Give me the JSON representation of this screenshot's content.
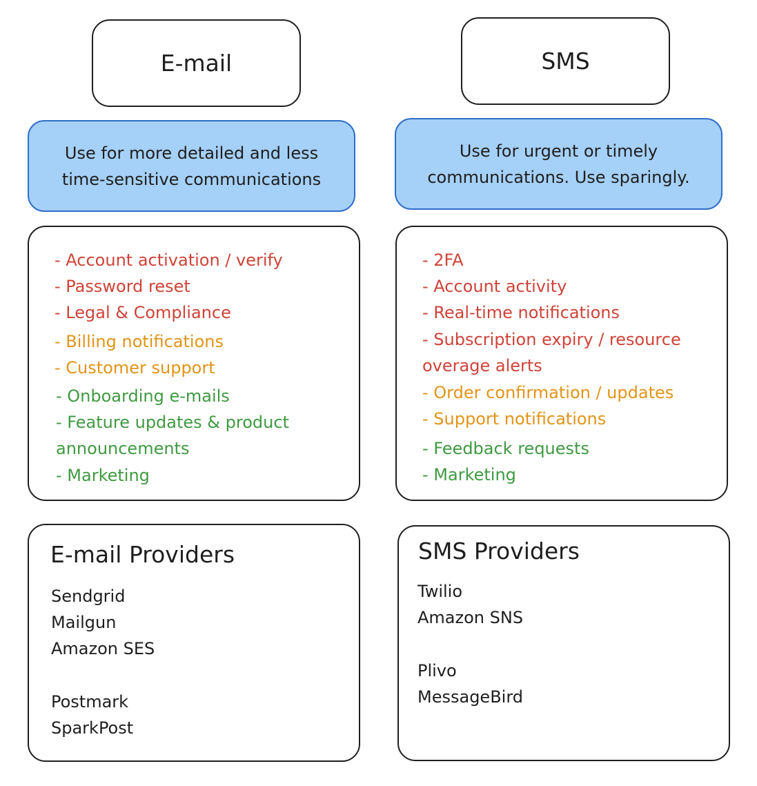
{
  "email": {
    "title": "E-mail",
    "description_line1": "Use for more detailed and less",
    "description_line2": "time-sensitive communications",
    "use_cases": [
      {
        "text": "- Account activation / verify",
        "color": "#cf4338"
      },
      {
        "text": "- Password reset",
        "color": "#cf4338"
      },
      {
        "text": "- Legal & Compliance",
        "color": "#cf4338"
      },
      {
        "text": "- Billing notifications",
        "color": "#e19418"
      },
      {
        "text": "- Customer support",
        "color": "#e19418"
      },
      {
        "text": "- Onboarding e-mails",
        "color": "#3f9a41"
      },
      {
        "text": "- Feature updates & product",
        "color": "#3f9a41"
      },
      {
        "text": "announcements",
        "color": "#3f9a41"
      },
      {
        "text": "- Marketing",
        "color": "#3f9a41"
      }
    ],
    "providers_title": "E-mail Providers",
    "providers": [
      "Sendgrid",
      "Mailgun",
      "Amazon SES",
      "Postmark",
      "SparkPost"
    ]
  },
  "sms": {
    "title": "SMS",
    "description_line1": "Use for urgent or timely",
    "description_line2": "communications. Use sparingly.",
    "use_cases": [
      {
        "text": "- 2FA",
        "color": "#cf4338"
      },
      {
        "text": "- Account activity",
        "color": "#cf4338"
      },
      {
        "text": "- Real-time notifications",
        "color": "#cf4338"
      },
      {
        "text": "- Subscription expiry / resource",
        "color": "#cf4338"
      },
      {
        "text": "overage alerts",
        "color": "#cf4338"
      },
      {
        "text": "- Order confirmation / updates",
        "color": "#e19418"
      },
      {
        "text": "- Support notifications",
        "color": "#e19418"
      },
      {
        "text": "- Feedback requests",
        "color": "#3f9a41"
      },
      {
        "text": "- Marketing",
        "color": "#3f9a41"
      }
    ],
    "providers_title": "SMS Providers",
    "providers": [
      "Twilio",
      "Amazon SNS",
      "Plivo",
      "MessageBird"
    ]
  }
}
